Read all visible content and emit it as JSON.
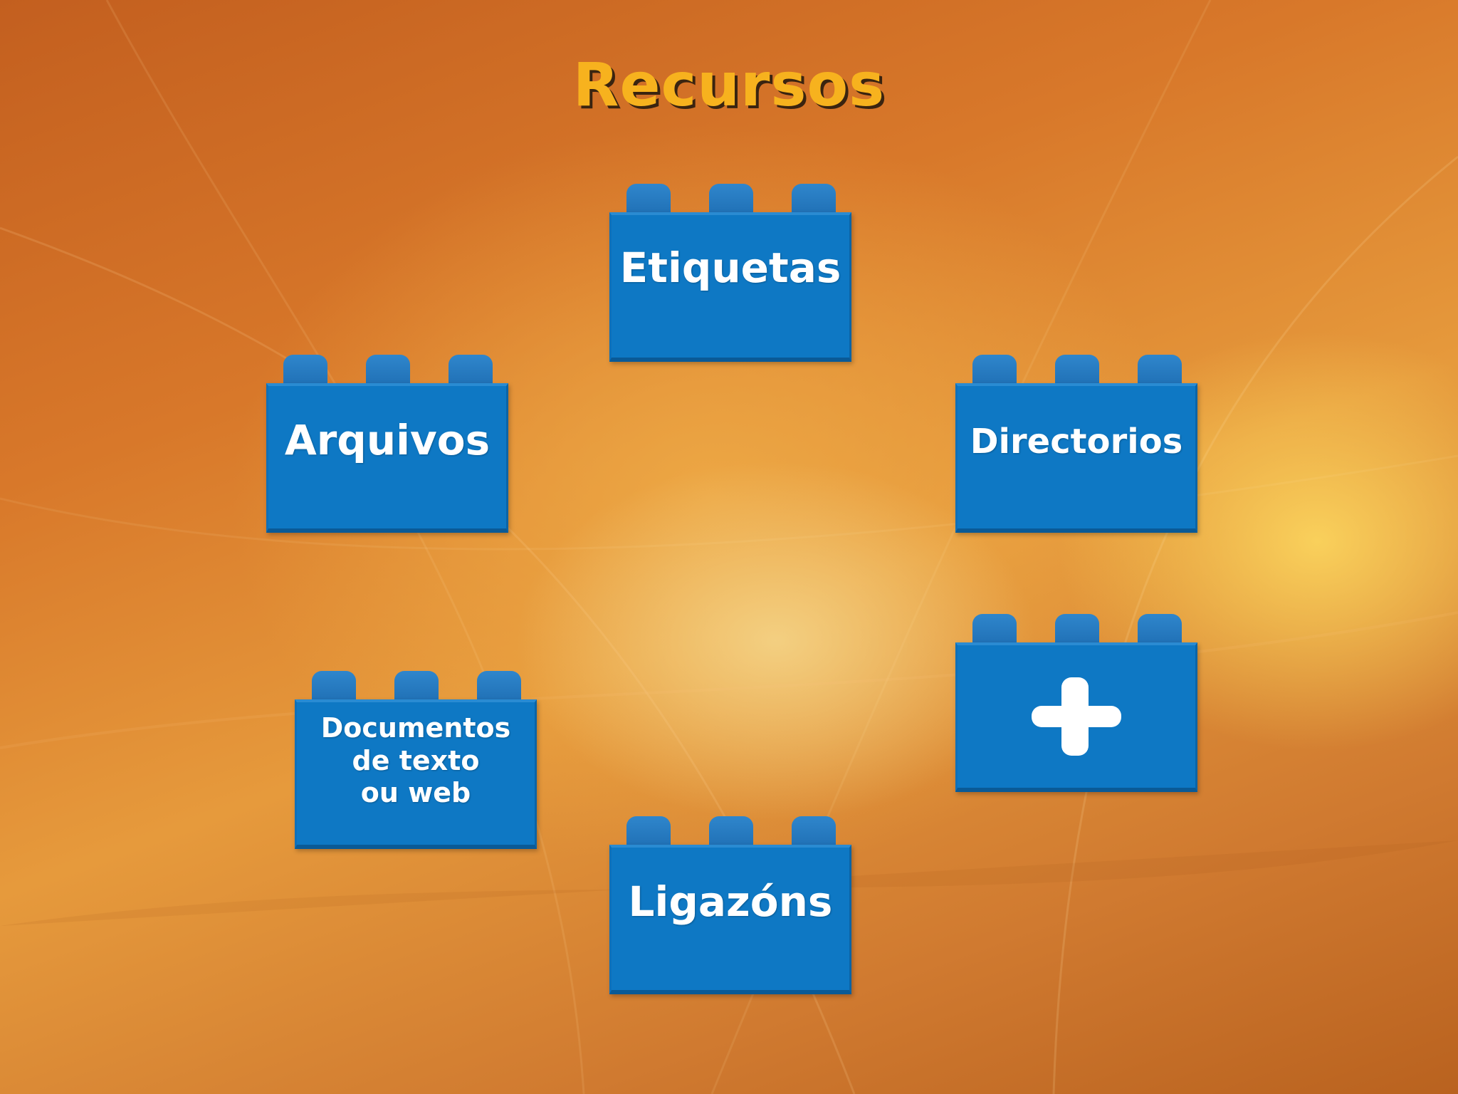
{
  "slide": {
    "title": "Recursos"
  },
  "bricks": {
    "etiquetas": "Etiquetas",
    "arquivos": "Arquivos",
    "directorios": "Directorios",
    "documentos": "Documentos\nde texto\nou web",
    "ligazons": "Ligazóns",
    "more_icon": "plus-icon"
  },
  "colors": {
    "brick_blue": "#0e78c4",
    "title_gold": "#f7b21e",
    "background_orange": "#d8782a"
  }
}
